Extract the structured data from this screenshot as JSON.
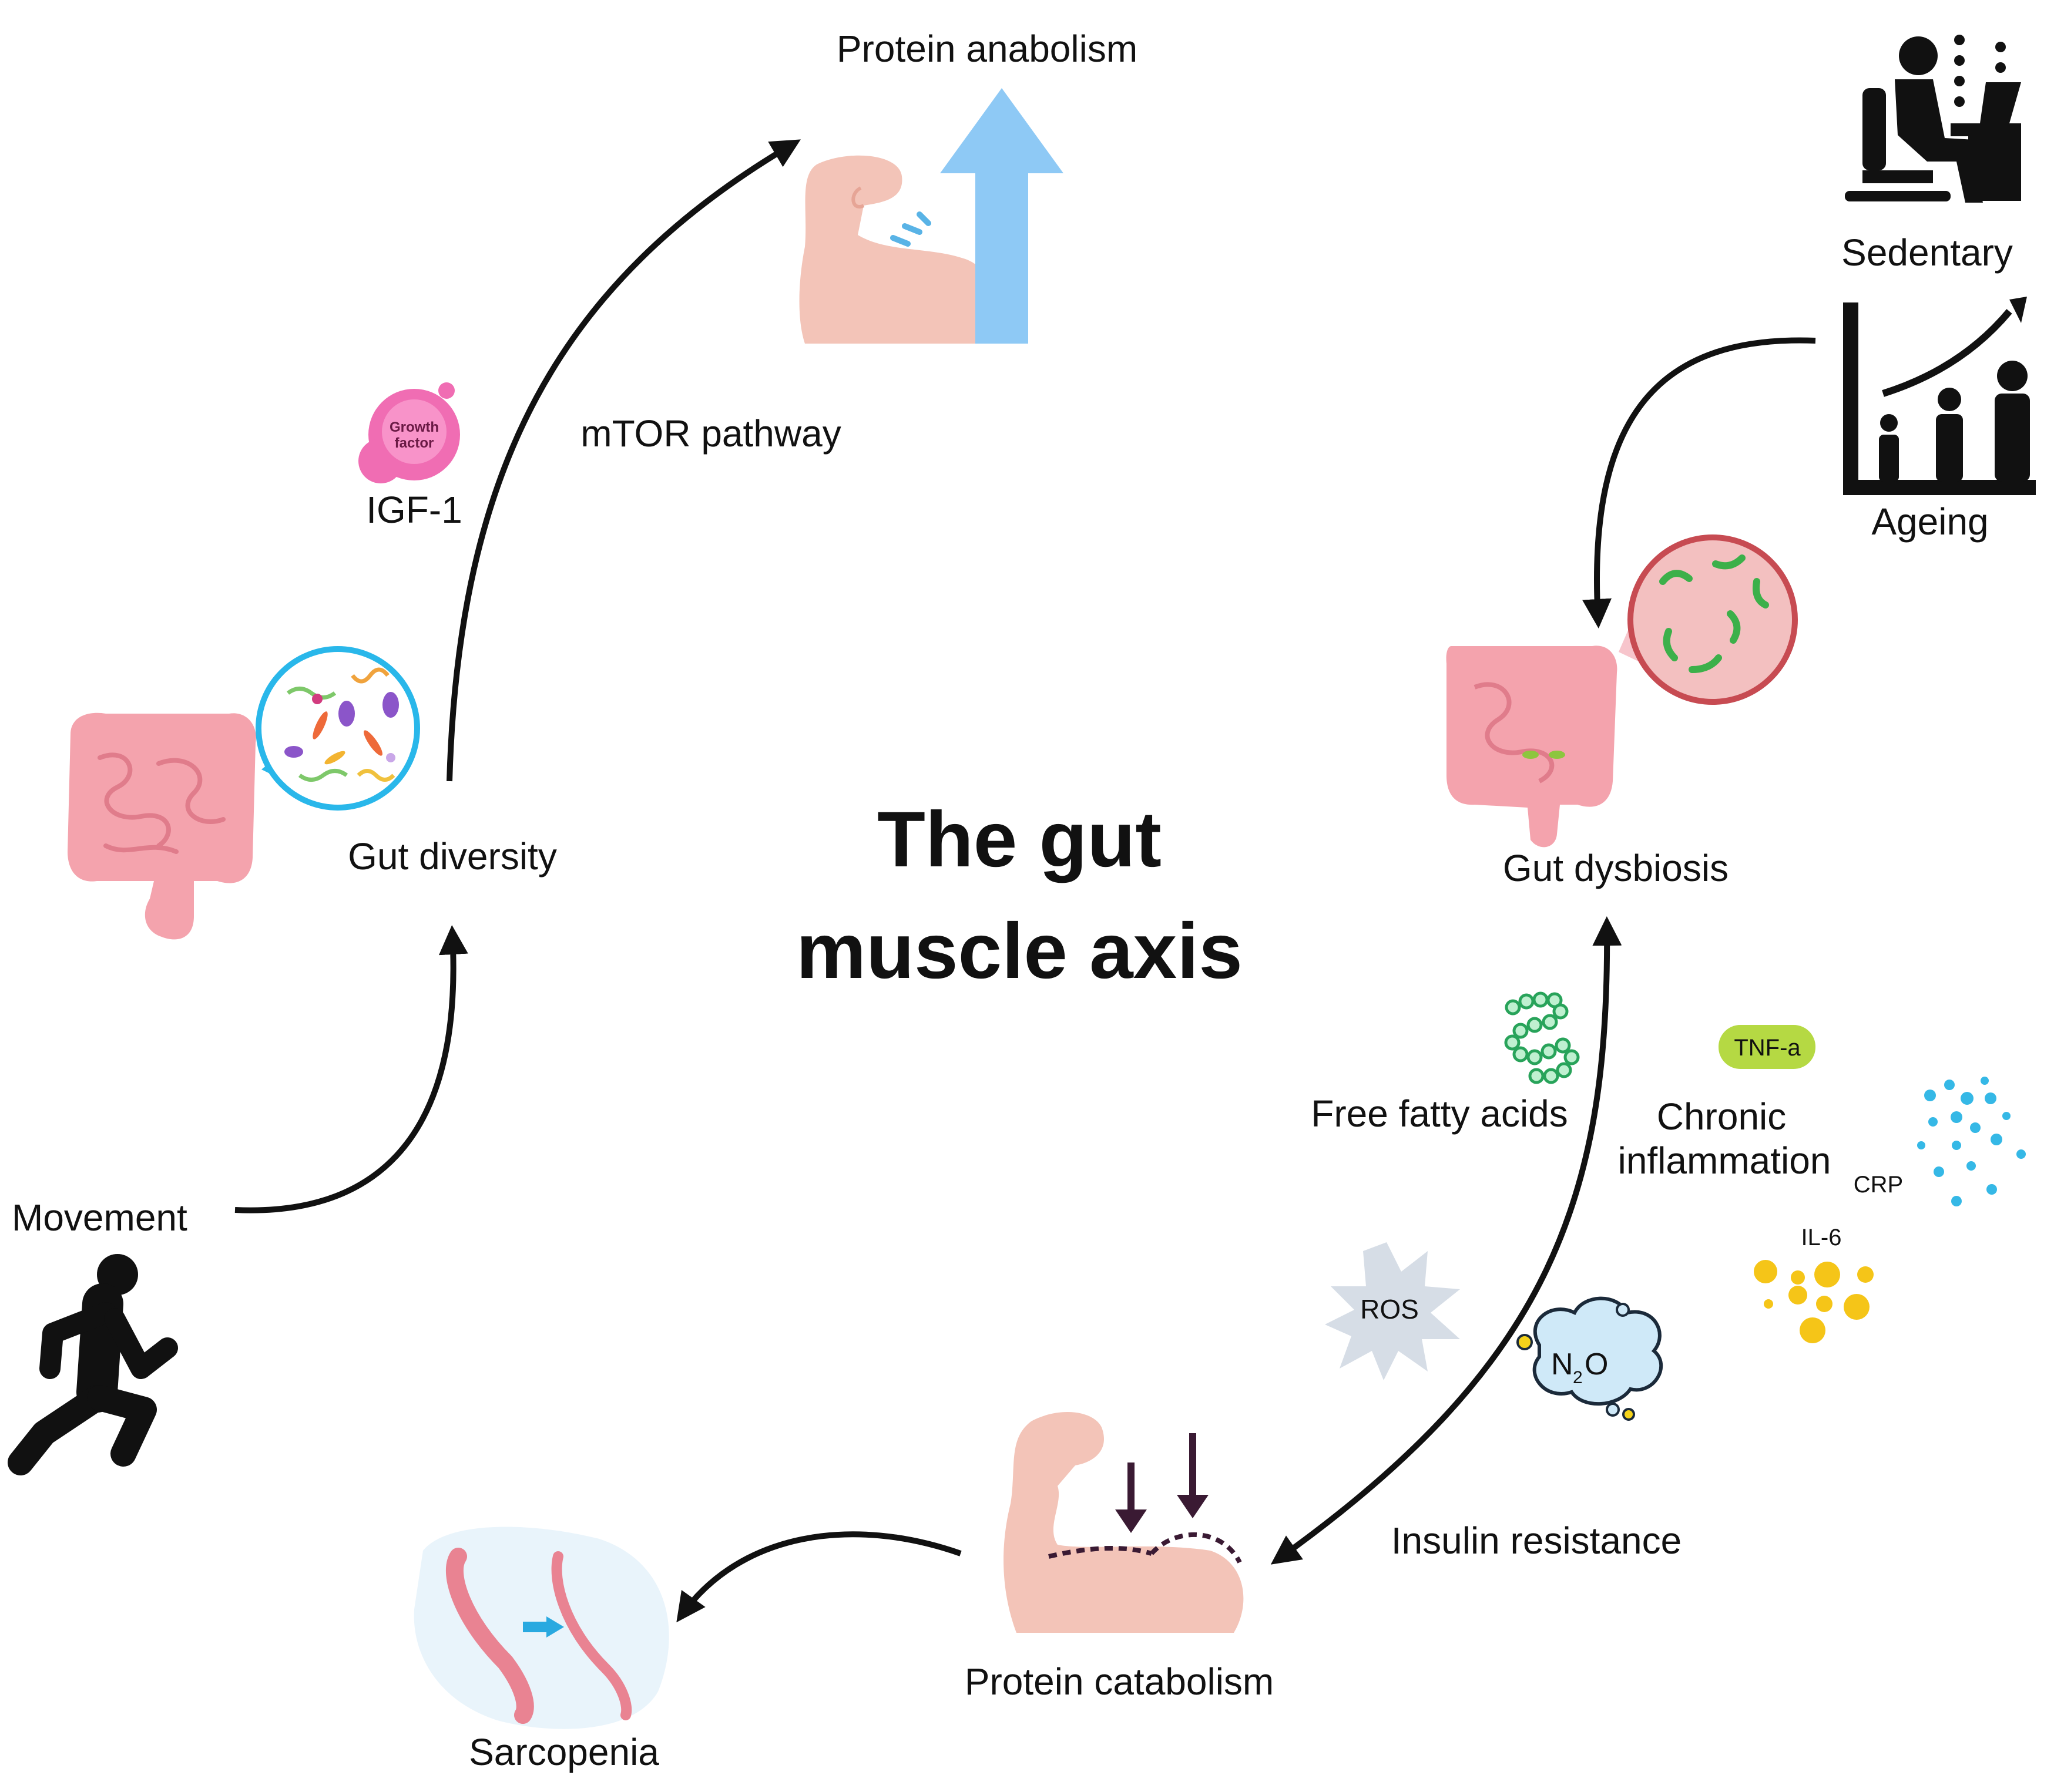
{
  "diagram": {
    "title_line1": "The gut",
    "title_line2": "muscle axis",
    "nodes": {
      "protein_anabolism": "Protein anabolism",
      "gut_diversity": "Gut diversity",
      "movement": "Movement",
      "sarcopenia": "Sarcopenia",
      "protein_catabolism": "Protein catabolism",
      "gut_dysbiosis": "Gut dysbiosis",
      "sedentary": "Sedentary",
      "ageing": "Ageing"
    },
    "factors": {
      "mtor": "mTOR pathway",
      "igf1": "IGF-1",
      "growth_factor_line1": "Growth",
      "growth_factor_line2": "factor",
      "free_fatty_acids": "Free fatty acids",
      "tnf": "TNF-a",
      "chronic_line1": "Chronic",
      "chronic_line2": "inflammation",
      "crp": "CRP",
      "il6": "IL-6",
      "ros": "ROS",
      "n2o_main": "N",
      "n2o_sub": "2",
      "n2o_end": "O",
      "insulin_resistance": "Insulin resistance"
    },
    "colors": {
      "arrow": "#111111",
      "gut_pink": "#f4a3ad",
      "muscle_skin": "#f3c4b8",
      "up_arrow_blue": "#8ec9f5",
      "lens_blue": "#29b7ea",
      "lens_red": "#c74b52",
      "tnf_green": "#b5d943",
      "crp_cyan": "#35b8e6",
      "il6_yellow": "#f5c518",
      "down_arrow": "#3a1a33"
    }
  }
}
